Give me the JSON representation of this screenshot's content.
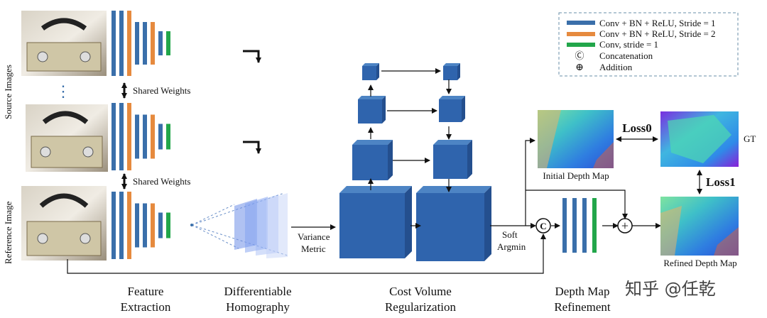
{
  "legend": {
    "items": [
      {
        "label": "Conv + BN + ReLU, Stride = 1",
        "color": "#3a6faa"
      },
      {
        "label": "Conv + BN + ReLU, Stride = 2",
        "color": "#e68a3e"
      },
      {
        "label": "Conv, stride = 1",
        "color": "#22a64a"
      },
      {
        "label": "Concatenation",
        "symbol": "Ⓒ"
      },
      {
        "label": "Addition",
        "symbol": "⊕"
      }
    ]
  },
  "side_labels": {
    "source": "Source Images",
    "reference": "Reference Image"
  },
  "shared_weights": "Shared Weights",
  "ellipsis": "⋮",
  "operations": {
    "variance_line1": "Variance",
    "variance_line2": "Metric",
    "soft_line1": "Soft",
    "soft_line2": "Argmin",
    "concat_symbol": "C",
    "add_symbol": "+"
  },
  "maps": {
    "initial": "Initial Depth Map",
    "refined": "Refined Depth Map",
    "gt": "GT"
  },
  "losses": {
    "loss0": "Loss0",
    "loss1": "Loss1"
  },
  "stages": {
    "feature_1": "Feature",
    "feature_2": "Extraction",
    "homography_1": "Differentiable",
    "homography_2": "Homography",
    "cost_1": "Cost Volume",
    "cost_2": "Regularization",
    "refine_1": "Depth Map",
    "refine_2": "Refinement"
  },
  "watermark": "知乎 @任乾",
  "colors": {
    "blue": "#3a6faa",
    "orange": "#e68a3e",
    "green": "#22a64a",
    "cube_front": "#2f64ad",
    "cube_top": "#4d84c4",
    "cube_side": "#244f8e"
  }
}
